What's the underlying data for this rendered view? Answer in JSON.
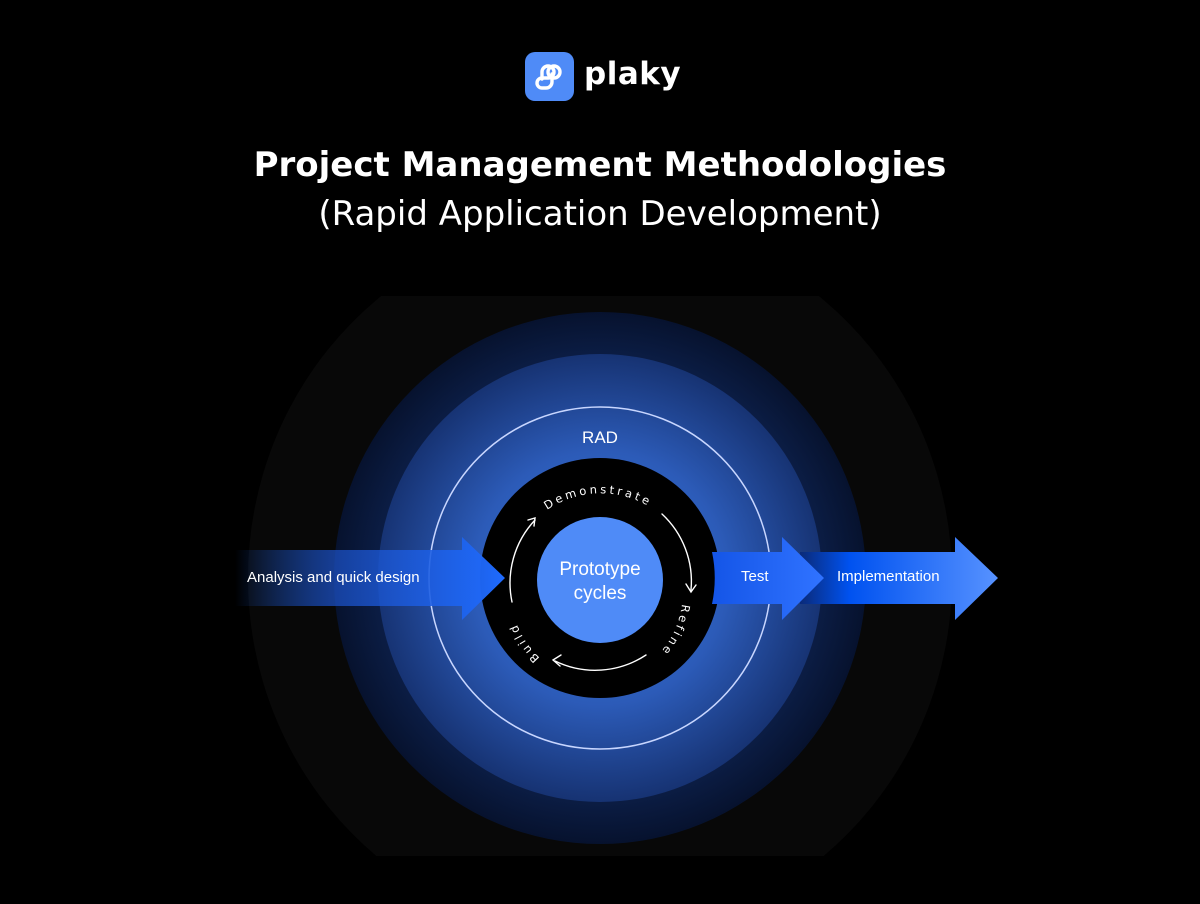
{
  "brand": {
    "name": "plaky",
    "icon": "plaky-logo-icon",
    "color": "#4f8bf7"
  },
  "header": {
    "title": "Project Management Methodologies",
    "subtitle": "(Rapid Application Development)"
  },
  "diagram": {
    "rad_label": "RAD",
    "center_label_line1": "Prototype",
    "center_label_line2": "cycles",
    "cycle_steps": [
      "Demonstrate",
      "Refine",
      "Build"
    ],
    "arrows": [
      {
        "label": "Analysis and quick design"
      },
      {
        "label": "Test"
      },
      {
        "label": "Implementation"
      }
    ],
    "colors": {
      "background": "#000000",
      "accent": "#1f6bff",
      "center_circle": "#4f8bf7",
      "ring_dark": "#000000",
      "ring_outline": "#c8d6ff"
    }
  }
}
